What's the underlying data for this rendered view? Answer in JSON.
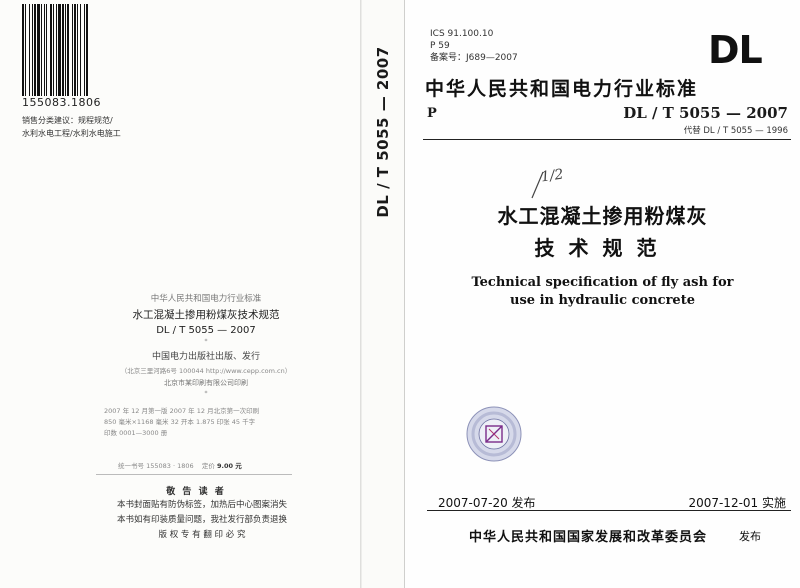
{
  "back_cover": {
    "barcode_number": "155083.1806",
    "sales_category": [
      "销售分类建议：规程规范/",
      "水利水电工程/水利水电施工"
    ],
    "colophon": {
      "std_line": "中华人民共和国电力行业标准",
      "title": "水工混凝土掺用粉煤灰技术规范",
      "code": "DL / T 5055 — 2007",
      "mark": "*",
      "publisher": "中国电力出版社出版、发行",
      "address": "（北京三里河路6号 100044 http://www.cepp.com.cn）",
      "printer": "北京市某印刷有限公司印刷",
      "mark2": "*"
    },
    "specs": [
      "2007 年 12 月第一版    2007 年 12 月北京第一次印刷",
      "850 毫米×1168 毫米  32 开本  1.875 印张  45 千字",
      "印数 0001—3000 册"
    ],
    "isbn_label": "统一书号",
    "isbn": "155083 · 1806",
    "price_label": "定价",
    "price": "9.00 元",
    "notice_heading": "敬 告 读 者",
    "notice_lines": [
      "本书封面贴有防伪标签，加热后中心图案消失",
      "本书如有印装质量问题，我社发行部负责退换",
      "版 权 专 有   翻 印 必 究"
    ]
  },
  "spine": {
    "code": "DL / T  5055 — 2007"
  },
  "front_cover": {
    "ics": "ICS 91.100.10",
    "class_code": "P 59",
    "filing": "备案号：J689—2007",
    "logo": "DL",
    "industry_standard": "中华人民共和国电力行业标准",
    "class_letter": "P",
    "code": "DL / T  5055 — 2007",
    "replaces": "代替 DL / T  5055 — 1996",
    "handwritten": "1/2",
    "title_zh_line1": "水工混凝土掺用粉煤灰",
    "title_zh_line2": "技术规范",
    "title_en_line1": "Technical specification of fly ash for",
    "title_en_line2": "use in hydraulic concrete",
    "issue_date": "2007-07-20 发布",
    "implementation_date": "2007-12-01 实施",
    "issuer": "中华人民共和国国家发展和改革委员会",
    "issue_word": "发布"
  }
}
